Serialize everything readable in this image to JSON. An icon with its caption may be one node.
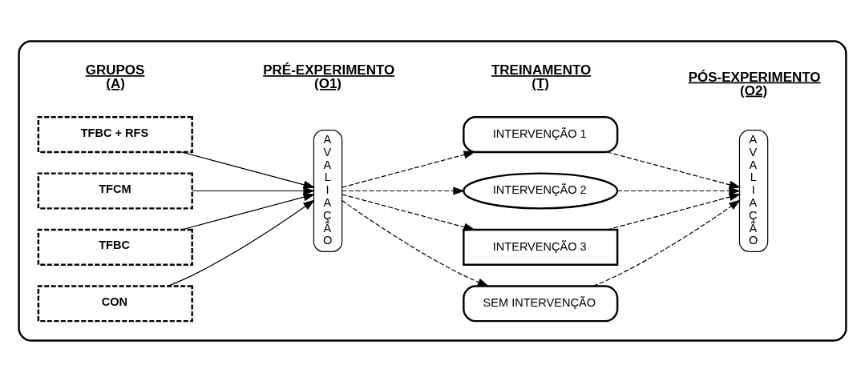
{
  "diagram": {
    "nodes": [
      {
        "text": [],
        "shape": "box"
      },
      {
        "text": [
          "TFBC + RFS"
        ],
        "in": 0
      },
      {
        "text": [
          "TFCM"
        ],
        "in": 0
      },
      {
        "text": [
          "TFBC"
        ],
        "in": 0
      },
      {
        "text": [
          "CON"
        ],
        "in": 0
      },
      {
        "text": [
          "AVALIAÇÃO"
        ],
        "in": 0
      },
      {
        "text": [
          "INTERVENÇÃO 1"
        ],
        "in": 0
      },
      {
        "text": [
          "INTERVENÇÃO 2"
        ],
        "in": 0
      },
      {
        "text": [
          "INTERVENÇÃO 3"
        ],
        "in": 0
      },
      {
        "text": [
          "SEM INTERVENÇÃO"
        ],
        "in": 0
      },
      {
        "text": [
          "AVALIAÇÃO"
        ],
        "in": 0
      }
    ],
    "edges": [
      {
        "from": 1,
        "to": 5,
        "arrow": "to"
      },
      {
        "from": 2,
        "to": 5,
        "arrow": "to"
      },
      {
        "from": 3,
        "to": 5,
        "arrow": "to"
      },
      {
        "from": 4,
        "to": 5,
        "arrow": "to"
      },
      {
        "from": 5,
        "to": 6,
        "arrow": "to",
        "style": "dashed"
      },
      {
        "from": 5,
        "to": 7,
        "arrow": "to",
        "style": "dashed"
      },
      {
        "from": 5,
        "to": 8,
        "arrow": "to",
        "style": "dashed"
      },
      {
        "from": 5,
        "to": 9,
        "arrow": "to",
        "style": "dashed"
      },
      {
        "from": 6,
        "to": 10,
        "arrow": "to",
        "style": "dashed"
      },
      {
        "from": 7,
        "to": 10,
        "arrow": "to",
        "style": "dashed"
      },
      {
        "from": 8,
        "to": 10,
        "arrow": "to",
        "style": "dashed"
      },
      {
        "from": 9,
        "to": 10,
        "arrow": "to",
        "style": "dashed"
      }
    ],
    "labels": [
      "GRUPOS (A)",
      "PRÉ-EXPERIMENTO (O1)",
      "TREINAMENTO (T)",
      "PÓS-EXPERIMENTO (O2)"
    ]
  }
}
